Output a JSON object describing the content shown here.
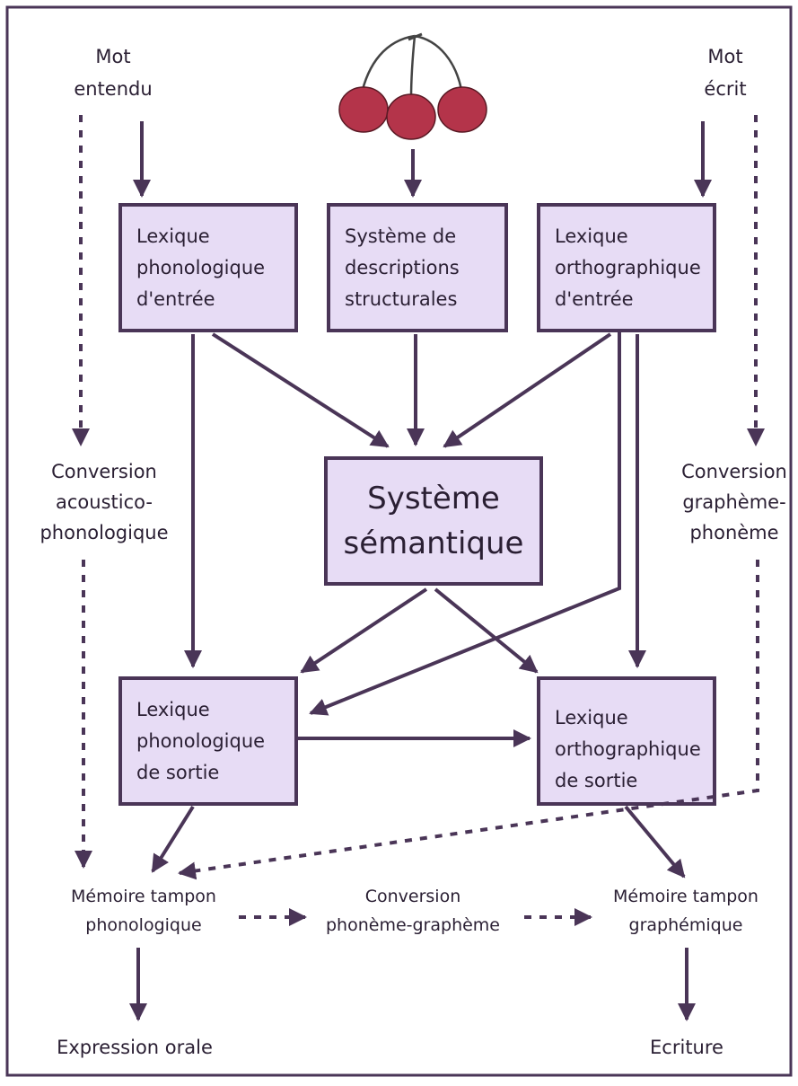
{
  "inputs": {
    "heard_word": [
      "Mot",
      "entendu"
    ],
    "written_word": [
      "Mot",
      "écrit"
    ],
    "image_icon": "cherries-icon"
  },
  "boxes": {
    "phon_input_lexicon": [
      "Lexique",
      "phonologique",
      "d'entrée"
    ],
    "structural_descriptions": [
      "Système de",
      "descriptions",
      "structurales"
    ],
    "orth_input_lexicon": [
      "Lexique",
      "orthographique",
      "d'entrée"
    ],
    "semantic_system": [
      "Système",
      "sémantique"
    ],
    "phon_output_lexicon": [
      "Lexique",
      "phonologique",
      "de sortie"
    ],
    "orth_output_lexicon": [
      "Lexique",
      "orthographique",
      "de sortie"
    ]
  },
  "conversions": {
    "acoustic_phonological": [
      "Conversion",
      "acoustico-",
      "phonologique"
    ],
    "grapheme_phoneme": [
      "Conversion",
      "graphème-",
      "phonème"
    ],
    "phoneme_grapheme": [
      "Conversion",
      "phonème-graphème"
    ]
  },
  "buffers": {
    "phonological": [
      "Mémoire tampon",
      "phonologique"
    ],
    "graphemic": [
      "Mémoire tampon",
      "graphémique"
    ]
  },
  "outputs": {
    "oral": "Expression orale",
    "writing": "Ecriture"
  },
  "colors": {
    "box_fill": "#e7dcf5",
    "stroke": "#4a3557",
    "cherry": "#b4344a"
  }
}
